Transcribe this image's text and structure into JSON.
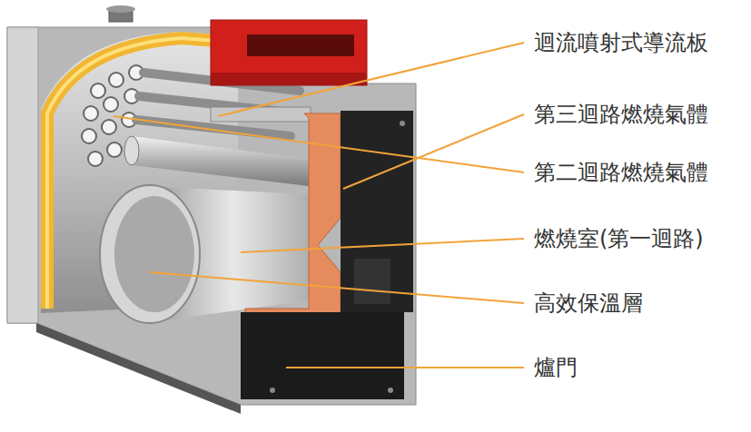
{
  "diagram": {
    "labels": [
      "迴流噴射式導流板",
      "第三迴路燃燒氣體",
      "第二迴路燃燒氣體",
      "燃燒室(第一迴路)",
      "高效保溫層",
      "爐門"
    ]
  }
}
